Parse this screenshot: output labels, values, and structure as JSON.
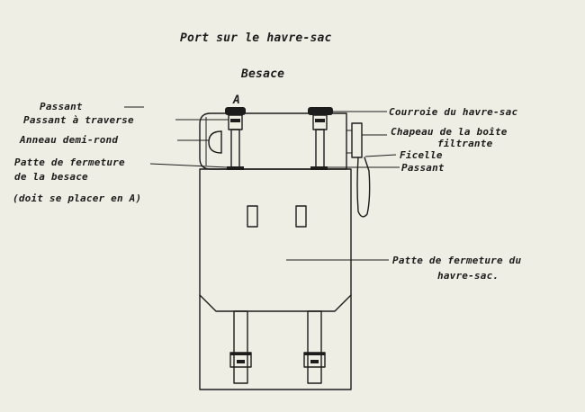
{
  "title": "Port sur le havre-sac",
  "subtitle": "Besace",
  "marker": "A",
  "labels": {
    "passant_top": "Passant",
    "passant_traverse": "Passant à traverse",
    "anneau": "Anneau demi-rond",
    "patte_besace_1": "Patte de fermeture",
    "patte_besace_2": "de la besace",
    "patte_besace_3": "(doit se placer en A)",
    "courroie": "Courroie du havre-sac",
    "chapeau_1": "Chapeau de la boîte",
    "chapeau_2": "filtrante",
    "ficelle": "Ficelle",
    "passant_right": "Passant",
    "patte_havresac_1": "Patte de fermeture du",
    "patte_havresac_2": "havre-sac."
  }
}
